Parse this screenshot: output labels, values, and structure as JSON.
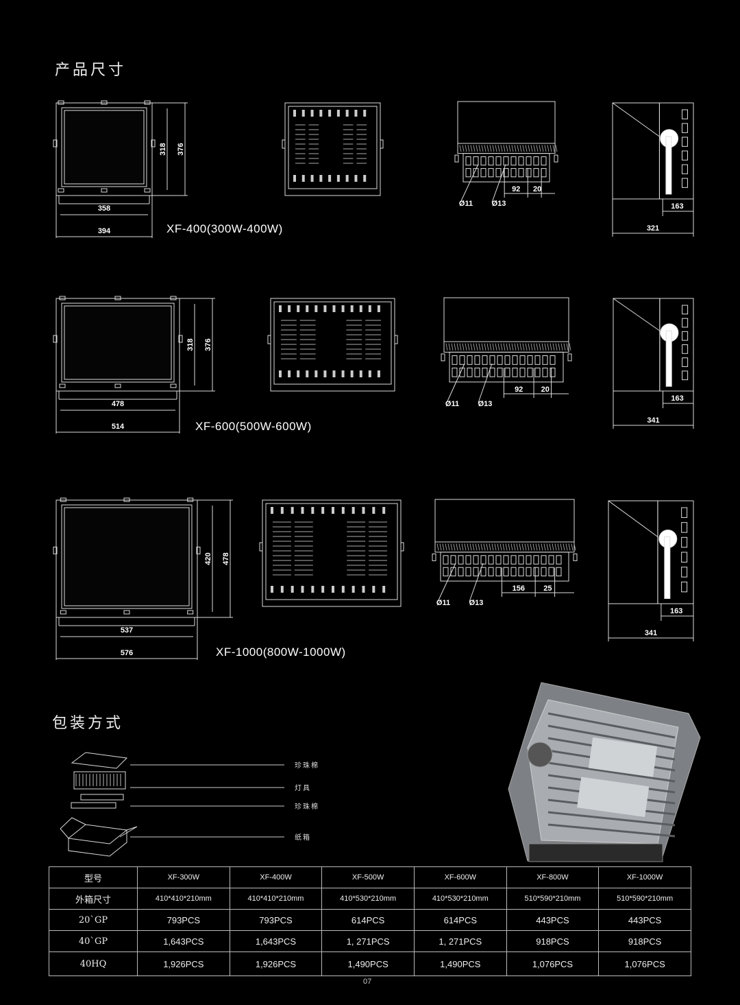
{
  "sections": {
    "dimensions_title": "产品尺寸",
    "packaging_title": "包装方式"
  },
  "models": [
    {
      "name": "XF-400(300W-400W)",
      "front_h_inner": "318",
      "front_h_outer": "376",
      "front_w_inner": "358",
      "front_w_outer": "394",
      "hole_a": "Ø11",
      "hole_b": "Ø13",
      "pitch": "92",
      "offset": "20",
      "side_depth": "163",
      "side_total": "321"
    },
    {
      "name": "XF-600(500W-600W)",
      "front_h_inner": "318",
      "front_h_outer": "376",
      "front_w_inner": "478",
      "front_w_outer": "514",
      "hole_a": "Ø11",
      "hole_b": "Ø13",
      "pitch": "92",
      "offset": "20",
      "side_depth": "163",
      "side_total": "341"
    },
    {
      "name": "XF-1000(800W-1000W)",
      "front_h_inner": "420",
      "front_h_outer": "478",
      "front_w_inner": "537",
      "front_w_outer": "576",
      "hole_a": "Ø11",
      "hole_b": "Ø13",
      "pitch": "156",
      "offset": "25",
      "side_depth": "163",
      "side_total": "341"
    }
  ],
  "packaging": {
    "layers": [
      "珍珠棉",
      "灯具",
      "珍珠棉",
      "纸箱"
    ]
  },
  "table": {
    "headers": [
      "型号",
      "XF-300W",
      "XF-400W",
      "XF-500W",
      "XF-600W",
      "XF-800W",
      "XF-1000W"
    ],
    "rows": [
      [
        "外箱尺寸",
        "410*410*210mm",
        "410*410*210mm",
        "410*530*210mm",
        "410*530*210mm",
        "510*590*210mm",
        "510*590*210mm"
      ],
      [
        "20`GP",
        "793PCS",
        "793PCS",
        "614PCS",
        "614PCS",
        "443PCS",
        "443PCS"
      ],
      [
        "40`GP",
        "1,643PCS",
        "1,643PCS",
        "1, 271PCS",
        "1, 271PCS",
        "918PCS",
        "918PCS"
      ],
      [
        "40HQ",
        "1,926PCS",
        "1,926PCS",
        "1,490PCS",
        "1,490PCS",
        "1,076PCS",
        "1,076PCS"
      ]
    ]
  },
  "page_number": "07"
}
